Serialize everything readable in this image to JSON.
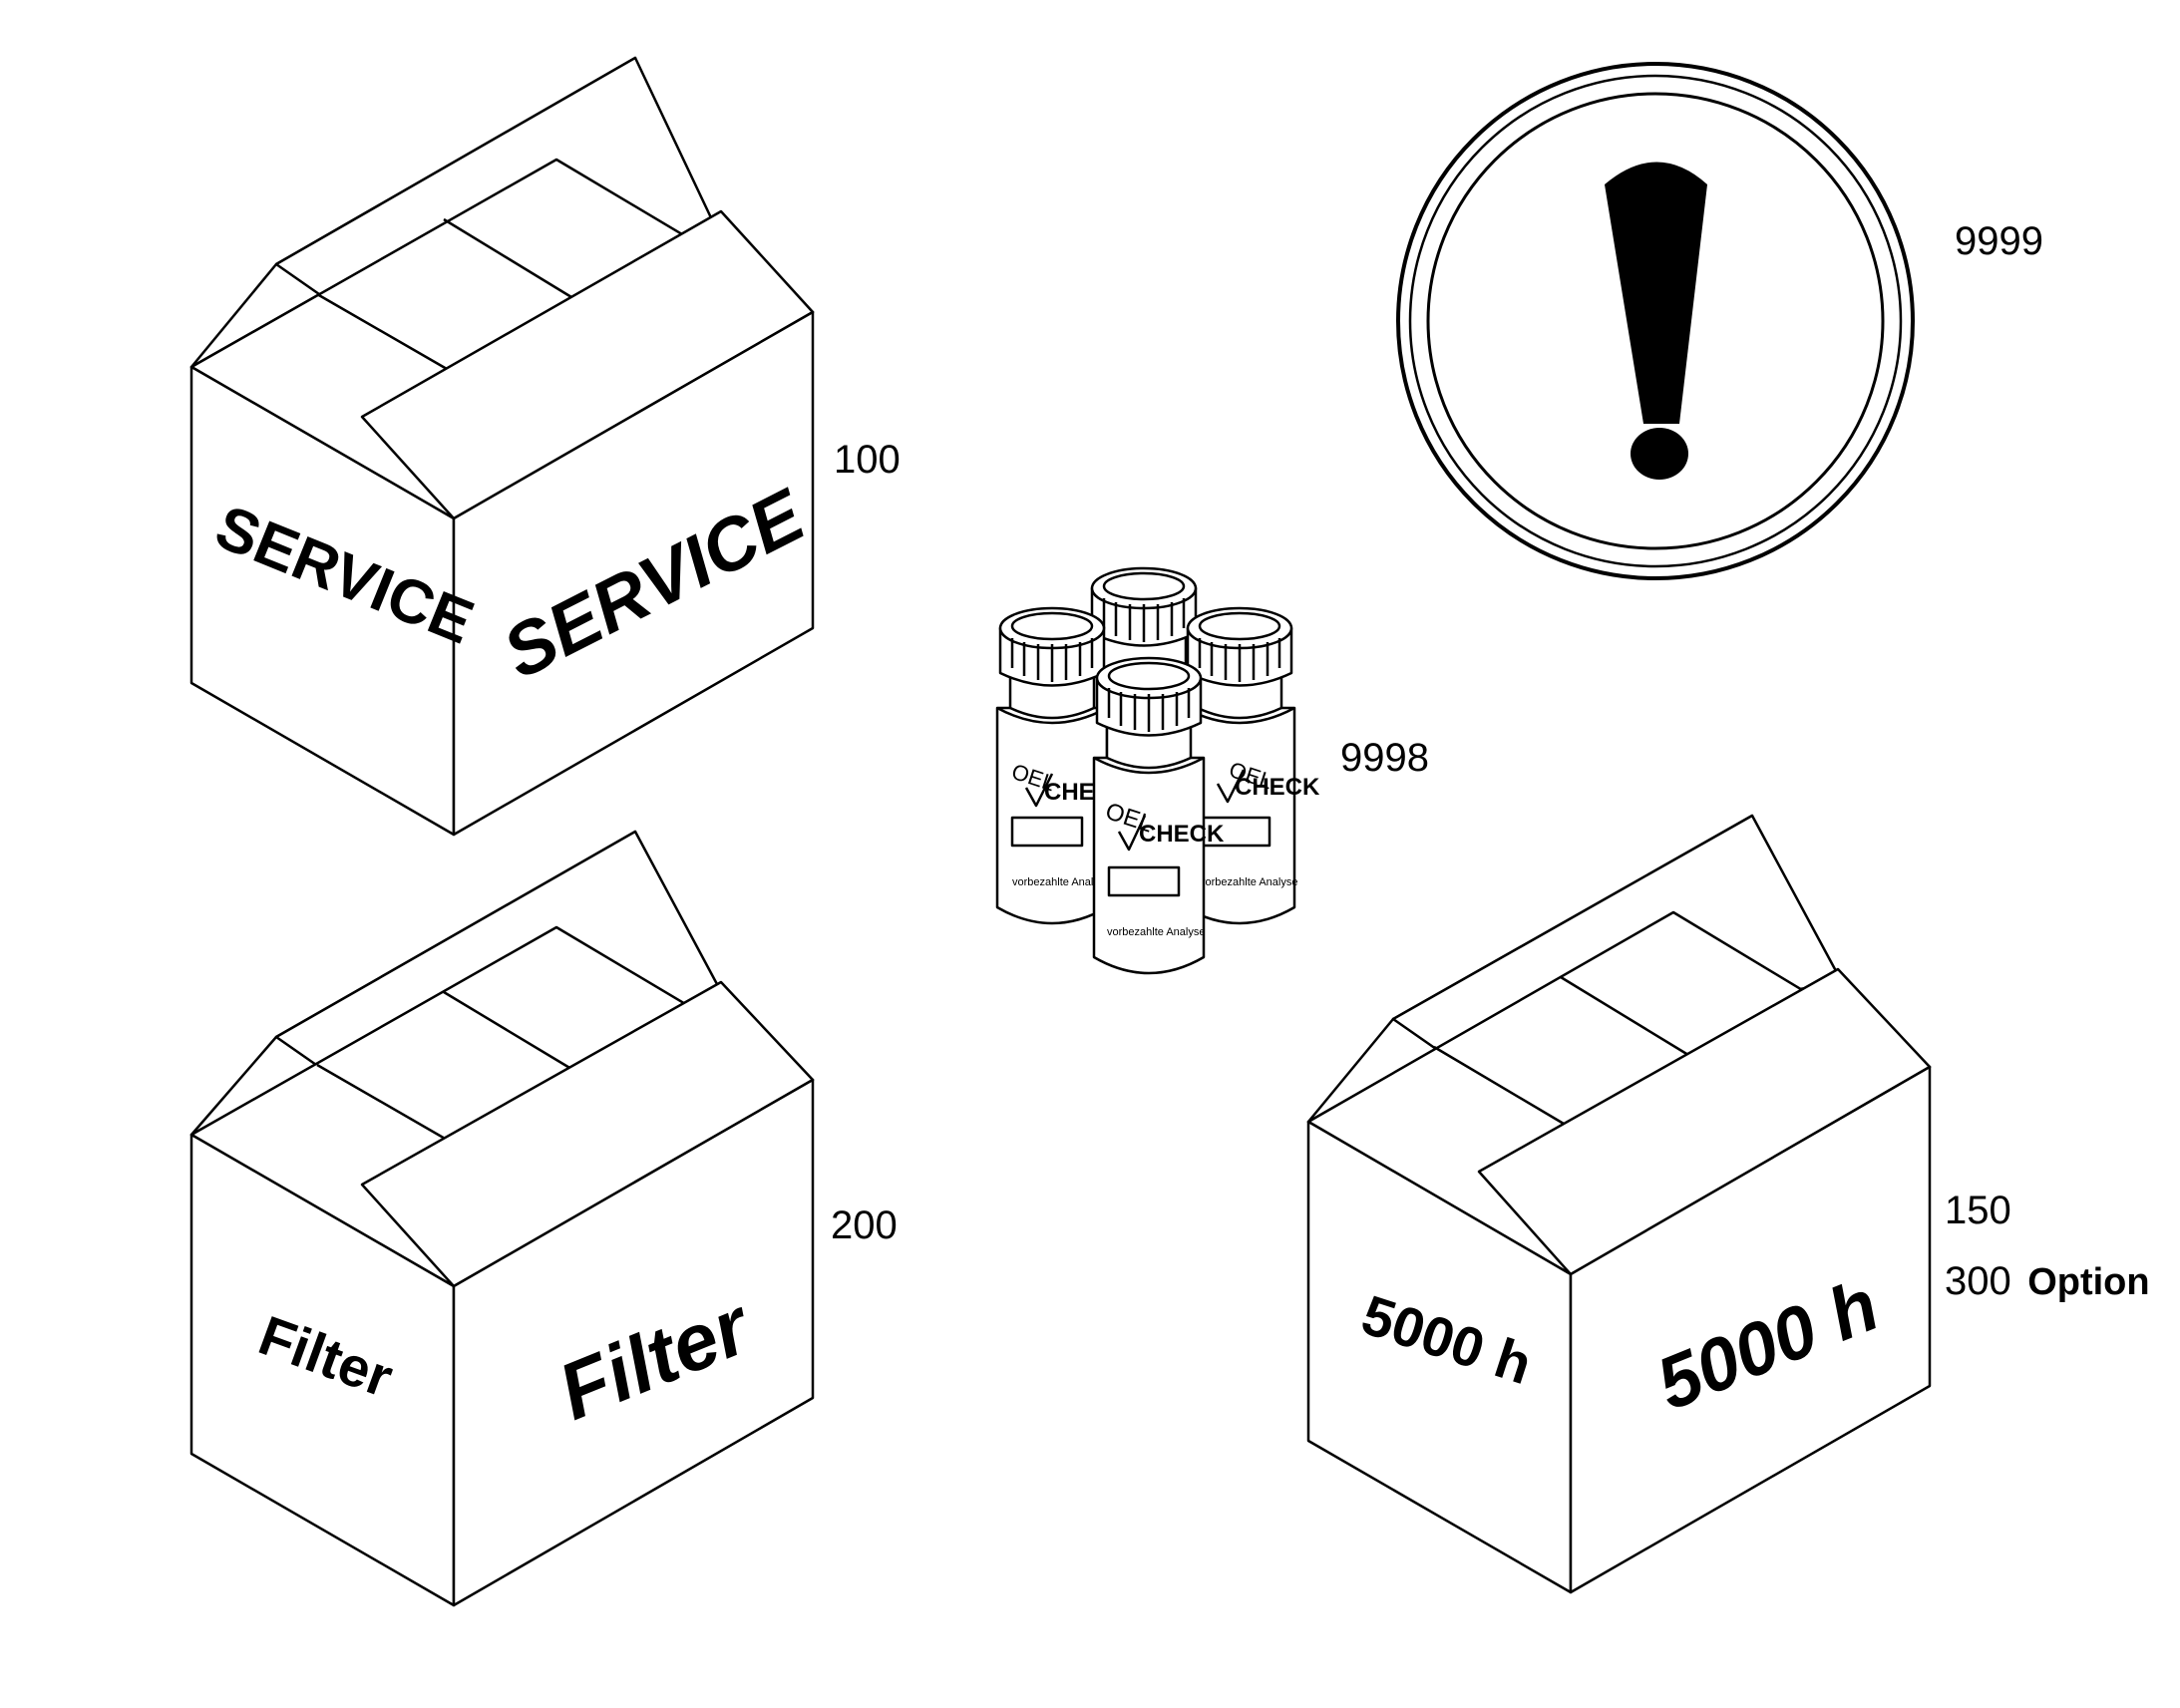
{
  "items": {
    "service_box": {
      "side_label": "SERVICE",
      "front_label": "SERVICE",
      "number": "100"
    },
    "filter_box": {
      "side_label": "Filter",
      "front_label": "Filter",
      "number": "200"
    },
    "hours_box": {
      "side_label": "5000 h",
      "front_label": "5000 h",
      "number": "150",
      "option_number": "300",
      "option_label": "Option"
    },
    "oil_bottles": {
      "number": "9998",
      "brand_prefix": "OEL",
      "brand_name": "CHECK",
      "bottle_note": "vorbezahlte Analyse"
    },
    "warning_sign": {
      "number": "9999",
      "icon": "exclamation-icon"
    }
  },
  "colors": {
    "line": "#000000",
    "background": "#ffffff"
  }
}
